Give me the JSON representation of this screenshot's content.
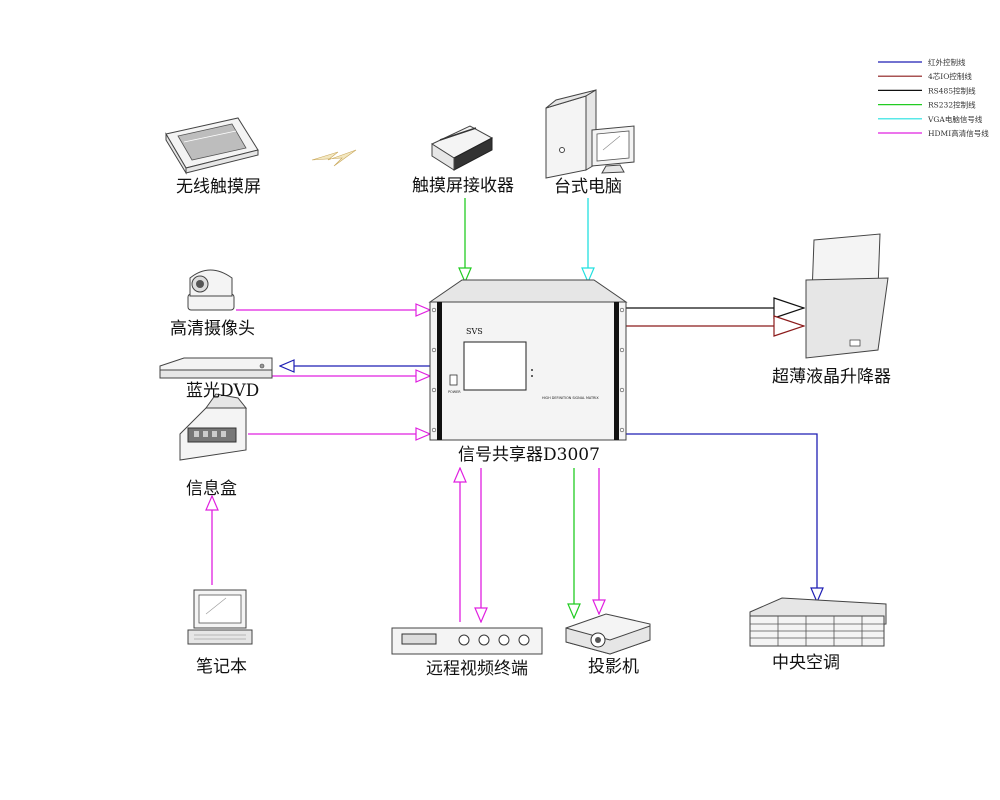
{
  "colors": {
    "infrared": "#1f1fb4",
    "io4": "#8b1a1a",
    "rs485": "#111111",
    "rs232": "#22cc22",
    "vga": "#22e0e0",
    "hdmi": "#e020e0"
  },
  "legend": [
    {
      "key": "infrared",
      "label": "红外控制线"
    },
    {
      "key": "io4",
      "label": "4芯IO控制线"
    },
    {
      "key": "rs485",
      "label": "RS485控制线"
    },
    {
      "key": "rs232",
      "label": "RS232控制线"
    },
    {
      "key": "vga",
      "label": "VGA电脑信号线"
    },
    {
      "key": "hdmi",
      "label": "HDMI高清信号线"
    }
  ],
  "devices": {
    "wireless_touch": "无线触摸屏",
    "touch_receiver": "触摸屏接收器",
    "desktop_pc": "台式电脑",
    "hd_camera": "高清摄像头",
    "bluray_dvd": "蓝光DVD",
    "info_box": "信息盒",
    "laptop": "笔记本",
    "video_terminal": "远程视频终端",
    "projector": "投影机",
    "central_ac": "中央空调",
    "lcd_lift": "超薄液晶升降器",
    "matrix": "信号共享器D3007"
  },
  "matrix_panel": {
    "brand": "SVS",
    "model_line": "HIGH DEFINITION SIGNAL MATRIX",
    "power_label": "POWER"
  }
}
